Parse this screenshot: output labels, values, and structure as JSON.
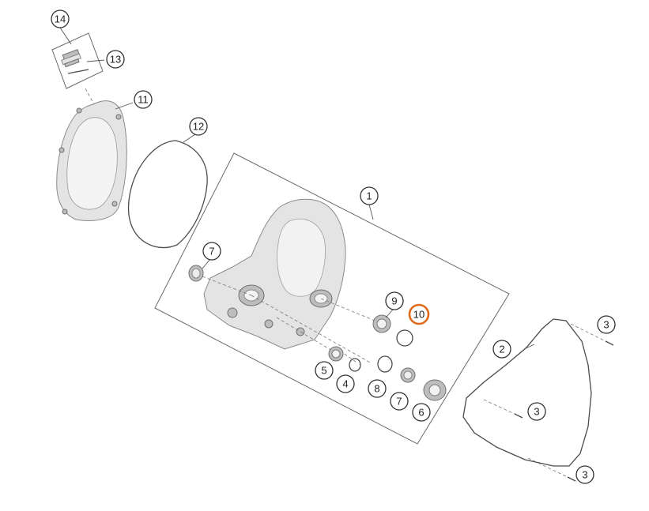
{
  "diagram": {
    "highlight_color": "#e06a1a",
    "callouts": [
      {
        "id": "c14",
        "label": "14",
        "highlighted": false
      },
      {
        "id": "c13",
        "label": "13",
        "highlighted": false
      },
      {
        "id": "c11",
        "label": "11",
        "highlighted": false
      },
      {
        "id": "c12",
        "label": "12",
        "highlighted": false
      },
      {
        "id": "c1",
        "label": "1",
        "highlighted": false
      },
      {
        "id": "c7a",
        "label": "7",
        "highlighted": false
      },
      {
        "id": "c9",
        "label": "9",
        "highlighted": false
      },
      {
        "id": "c10",
        "label": "10",
        "highlighted": true
      },
      {
        "id": "c5",
        "label": "5",
        "highlighted": false
      },
      {
        "id": "c4",
        "label": "4",
        "highlighted": false
      },
      {
        "id": "c8",
        "label": "8",
        "highlighted": false
      },
      {
        "id": "c7b",
        "label": "7",
        "highlighted": false
      },
      {
        "id": "c6",
        "label": "6",
        "highlighted": false
      },
      {
        "id": "c2",
        "label": "2",
        "highlighted": false
      },
      {
        "id": "c3a",
        "label": "3",
        "highlighted": false
      },
      {
        "id": "c3b",
        "label": "3",
        "highlighted": false
      },
      {
        "id": "c3c",
        "label": "3",
        "highlighted": false
      }
    ]
  }
}
